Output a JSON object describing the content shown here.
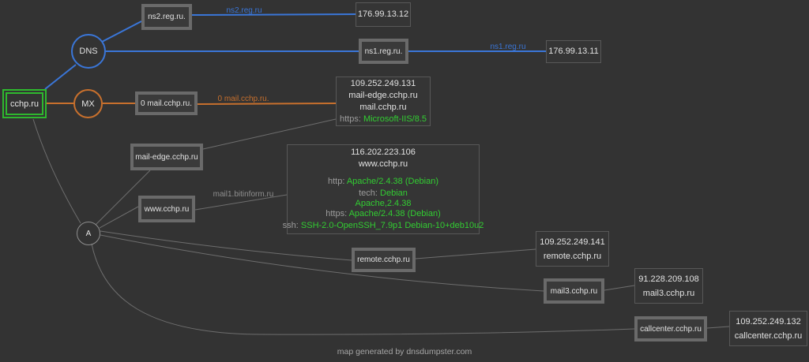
{
  "caption": "map generated by dnsdumpster.com",
  "colors": {
    "blue": "#3a76d8",
    "orange": "#c8702d",
    "green": "#32cd32",
    "root-green": "#2eb82e"
  },
  "nodes": {
    "root": "cchp.ru",
    "dns": "DNS",
    "mx": "MX",
    "a": "A",
    "ns2_host": "ns2.reg.ru.",
    "ns1_host": "ns1.reg.ru.",
    "mx_host": "0 mail.cchp.ru.",
    "mail_edge_host": "mail-edge.cchp.ru",
    "www_host": "www.cchp.ru",
    "remote_host": "remote.cchp.ru",
    "mail3_host": "mail3.cchp.ru",
    "callcenter_host": "callcenter.cchp.ru"
  },
  "edge_labels": {
    "ns2": "ns2.reg.ru",
    "ns1": "ns1.reg.ru",
    "mx": "0 mail.cchp.ru.",
    "www": "mail1.bitinform.ru"
  },
  "info": {
    "ns2_ip": "176.99.13.12",
    "ns1_ip": "176.99.13.11",
    "mail_edge": {
      "ip": "109.252.249.131",
      "host1": "mail-edge.cchp.ru",
      "host2": "mail.cchp.ru",
      "service_label": "https:",
      "service_value": "Microsoft-IIS/8.5"
    },
    "www": {
      "ip": "116.202.223.106",
      "host": "www.cchp.ru",
      "http_label": "http:",
      "http_value": "Apache/2.4.38 (Debian)",
      "tech_label": "tech:",
      "tech_value": "Debian",
      "tech_value2": "Apache,2.4.38",
      "https_label": "https:",
      "https_value": "Apache/2.4.38 (Debian)",
      "ssh_label": "ssh:",
      "ssh_value": "SSH-2.0-OpenSSH_7.9p1 Debian-10+deb10u2"
    },
    "remote": {
      "ip": "109.252.249.141",
      "host": "remote.cchp.ru"
    },
    "mail3": {
      "ip": "91.228.209.108",
      "host": "mail3.cchp.ru"
    },
    "callcenter": {
      "ip": "109.252.249.132",
      "host": "callcenter.cchp.ru"
    }
  }
}
